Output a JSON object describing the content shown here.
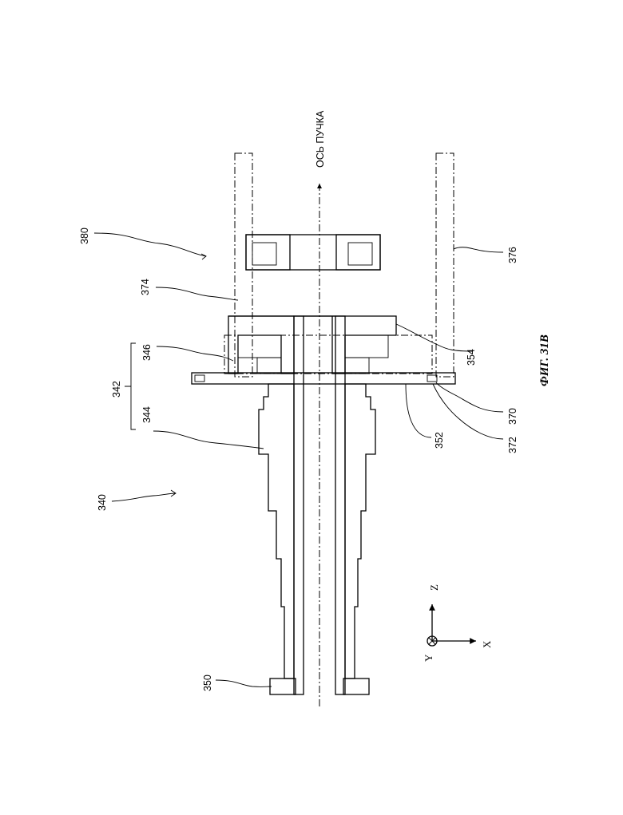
{
  "figure": {
    "title": "ФИГ. 31В",
    "beam_axis_label": "ОСЬ ПУЧКА",
    "axes": {
      "z": "Z",
      "x": "X",
      "y": "Y"
    },
    "refs": {
      "r340": "340",
      "r342": "342",
      "r344": "344",
      "r346": "346",
      "r350": "350",
      "r352": "352",
      "r354": "354",
      "r370": "370",
      "r372": "372",
      "r374": "374",
      "r376": "376",
      "r380": "380"
    }
  }
}
